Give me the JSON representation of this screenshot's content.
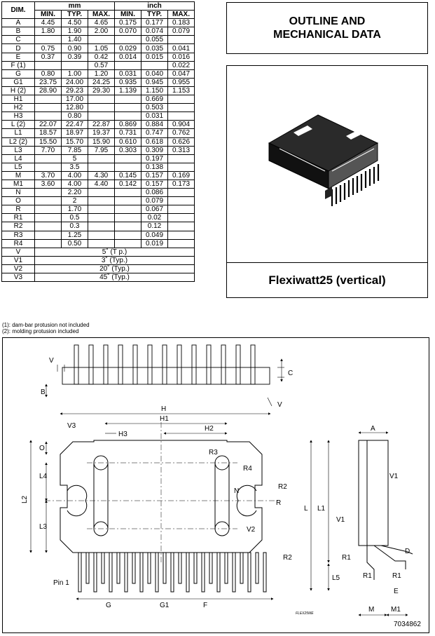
{
  "table": {
    "header": {
      "dim": "DIM.",
      "mm": "mm",
      "inch": "inch",
      "cols": [
        "MIN.",
        "TYP.",
        "MAX.",
        "MIN.",
        "TYP.",
        "MAX."
      ]
    },
    "rows": [
      [
        "A",
        "4.45",
        "4.50",
        "4.65",
        "0.175",
        "0.177",
        "0.183"
      ],
      [
        "B",
        "1.80",
        "1.90",
        "2.00",
        "0.070",
        "0.074",
        "0.079"
      ],
      [
        "C",
        "",
        "1.40",
        "",
        "",
        "0.055",
        ""
      ],
      [
        "D",
        "0.75",
        "0.90",
        "1.05",
        "0.029",
        "0.035",
        "0.041"
      ],
      [
        "E",
        "0.37",
        "0.39",
        "0.42",
        "0.014",
        "0.015",
        "0.016"
      ],
      [
        "F (1)",
        "",
        "",
        "0.57",
        "",
        "",
        "0.022"
      ],
      [
        "G",
        "0.80",
        "1.00",
        "1.20",
        "0.031",
        "0.040",
        "0.047"
      ],
      [
        "G1",
        "23.75",
        "24.00",
        "24.25",
        "0.935",
        "0.945",
        "0.955"
      ],
      [
        "H (2)",
        "28.90",
        "29.23",
        "29.30",
        "1.139",
        "1.150",
        "1.153"
      ],
      [
        "H1",
        "",
        "17.00",
        "",
        "",
        "0.669",
        ""
      ],
      [
        "H2",
        "",
        "12.80",
        "",
        "",
        "0.503",
        ""
      ],
      [
        "H3",
        "",
        "0.80",
        "",
        "",
        "0.031",
        ""
      ],
      [
        "L (2)",
        "22.07",
        "22.47",
        "22.87",
        "0.869",
        "0.884",
        "0.904"
      ],
      [
        "L1",
        "18.57",
        "18.97",
        "19.37",
        "0.731",
        "0.747",
        "0.762"
      ],
      [
        "L2 (2)",
        "15.50",
        "15.70",
        "15.90",
        "0.610",
        "0.618",
        "0.626"
      ],
      [
        "L3",
        "7.70",
        "7.85",
        "7.95",
        "0.303",
        "0.309",
        "0.313"
      ],
      [
        "L4",
        "",
        "5",
        "",
        "",
        "0.197",
        ""
      ],
      [
        "L5",
        "",
        "3.5",
        "",
        "",
        "0.138",
        ""
      ],
      [
        "M",
        "3.70",
        "4.00",
        "4.30",
        "0.145",
        "0.157",
        "0.169"
      ],
      [
        "M1",
        "3.60",
        "4.00",
        "4.40",
        "0.142",
        "0.157",
        "0.173"
      ],
      [
        "N",
        "",
        "2.20",
        "",
        "",
        "0.086",
        ""
      ],
      [
        "O",
        "",
        "2",
        "",
        "",
        "0.079",
        ""
      ],
      [
        "R",
        "",
        "1.70",
        "",
        "",
        "0.067",
        ""
      ],
      [
        "R1",
        "",
        "0.5",
        "",
        "",
        "0.02",
        ""
      ],
      [
        "R2",
        "",
        "0.3",
        "",
        "",
        "0.12",
        ""
      ],
      [
        "R3",
        "",
        "1.25",
        "",
        "",
        "0.049",
        ""
      ],
      [
        "R4",
        "",
        "0.50",
        "",
        "",
        "0.019",
        ""
      ]
    ],
    "angle_rows": [
      [
        "V",
        "5˚ (T p.)"
      ],
      [
        "V1",
        "3˚ (Typ.)"
      ],
      [
        "V2",
        "20˚ (Typ.)"
      ],
      [
        "V3",
        "45˚ (Typ.)"
      ]
    ]
  },
  "notes": [
    "(1): dam-bar protusion not included",
    "(2): molding protusion included"
  ],
  "title_box": {
    "line1": "OUTLINE AND",
    "line2": "MECHANICAL DATA"
  },
  "package_name": "Flexiwatt25 (vertical)",
  "drawing": {
    "labels": {
      "V": "V",
      "C": "C",
      "B": "B",
      "H": "H",
      "H1": "H1",
      "H2": "H2",
      "H3": "H3",
      "V3": "V3",
      "O": "O",
      "L4": "L4",
      "L2": "L2",
      "L3": "L3",
      "R3": "R3",
      "R4": "R4",
      "R2": "R2",
      "N": "N",
      "R": "R",
      "V2": "V2",
      "pin1": "Pin 1",
      "G": "G",
      "G1": "G1",
      "F": "F",
      "A": "A",
      "V1": "V1",
      "L": "L",
      "L1": "L1",
      "D": "D",
      "R1": "R1",
      "L5": "L5",
      "E": "E",
      "M": "M",
      "M1": "M1"
    },
    "drawing_code": "FLEX25ME",
    "doc_number": "7034862"
  }
}
